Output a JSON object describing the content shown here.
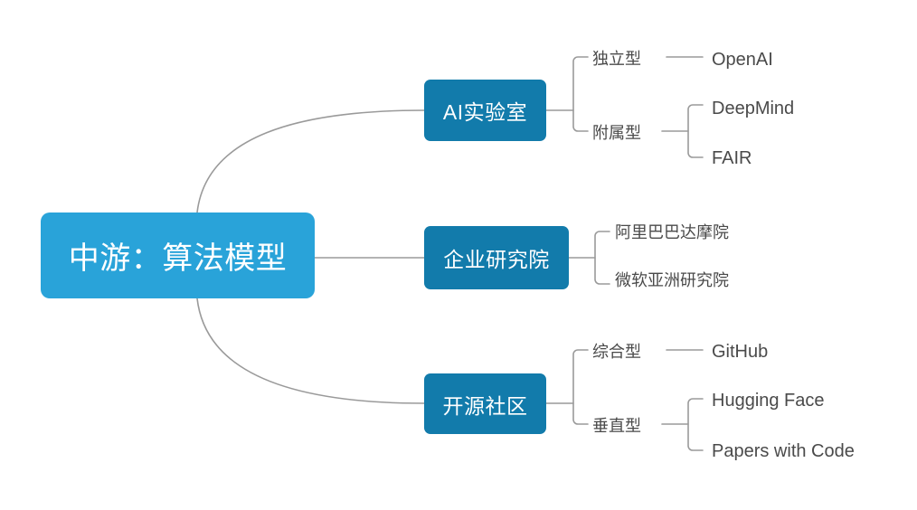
{
  "diagram": {
    "type": "mind-map",
    "title": "中游：算法模型",
    "colors": {
      "root_fill": "#29a3d9",
      "branch_fill": "#127bab",
      "node_text": "#ffffff",
      "leaf_text": "#4a4a4a",
      "connector": "#9a9a9a",
      "background": "#ffffff"
    },
    "root": {
      "label": "中游：算法模型"
    },
    "branches": [
      {
        "label": "AI实验室",
        "categories": [
          {
            "label": "独立型",
            "items": [
              "OpenAI"
            ]
          },
          {
            "label": "附属型",
            "items": [
              "DeepMind",
              "FAIR"
            ]
          }
        ]
      },
      {
        "label": "企业研究院",
        "categories": [
          {
            "label": "",
            "items": [
              "阿里巴巴达摩院",
              "微软亚洲研究院"
            ]
          }
        ]
      },
      {
        "label": "开源社区",
        "categories": [
          {
            "label": "综合型",
            "items": [
              "GitHub"
            ]
          },
          {
            "label": "垂直型",
            "items": [
              "Hugging Face",
              "Papers with Code"
            ]
          }
        ]
      }
    ]
  }
}
